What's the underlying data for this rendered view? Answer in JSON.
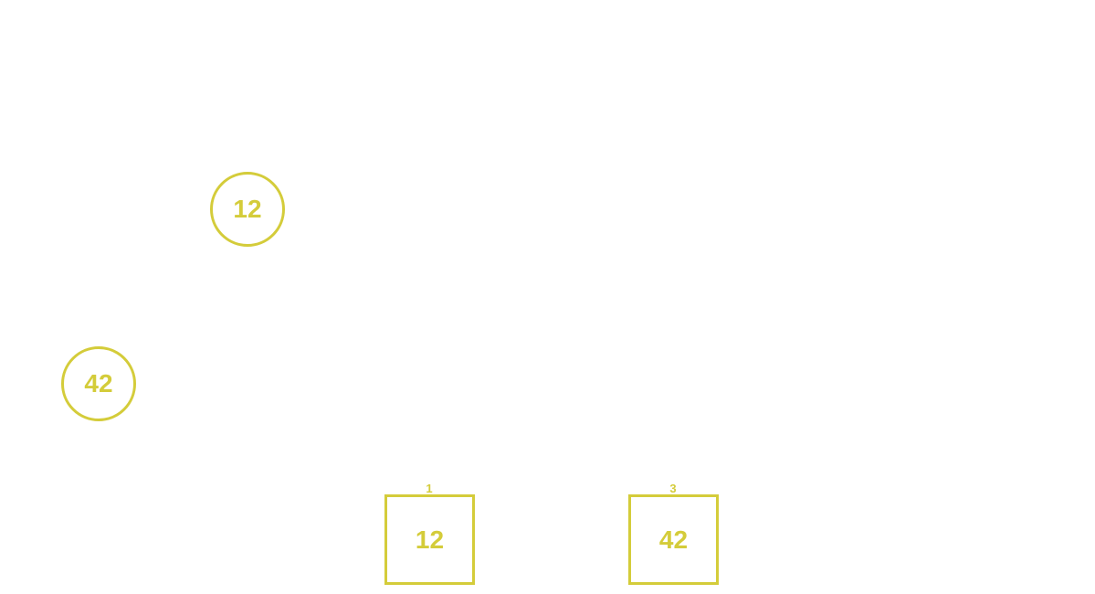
{
  "colors": {
    "accent": "#d4cc3a",
    "background": "#ffffff"
  },
  "nodes": [
    {
      "value": "12"
    },
    {
      "value": "42"
    }
  ],
  "slots": [
    {
      "index": "1",
      "value": "12"
    },
    {
      "index": "3",
      "value": "42"
    }
  ]
}
